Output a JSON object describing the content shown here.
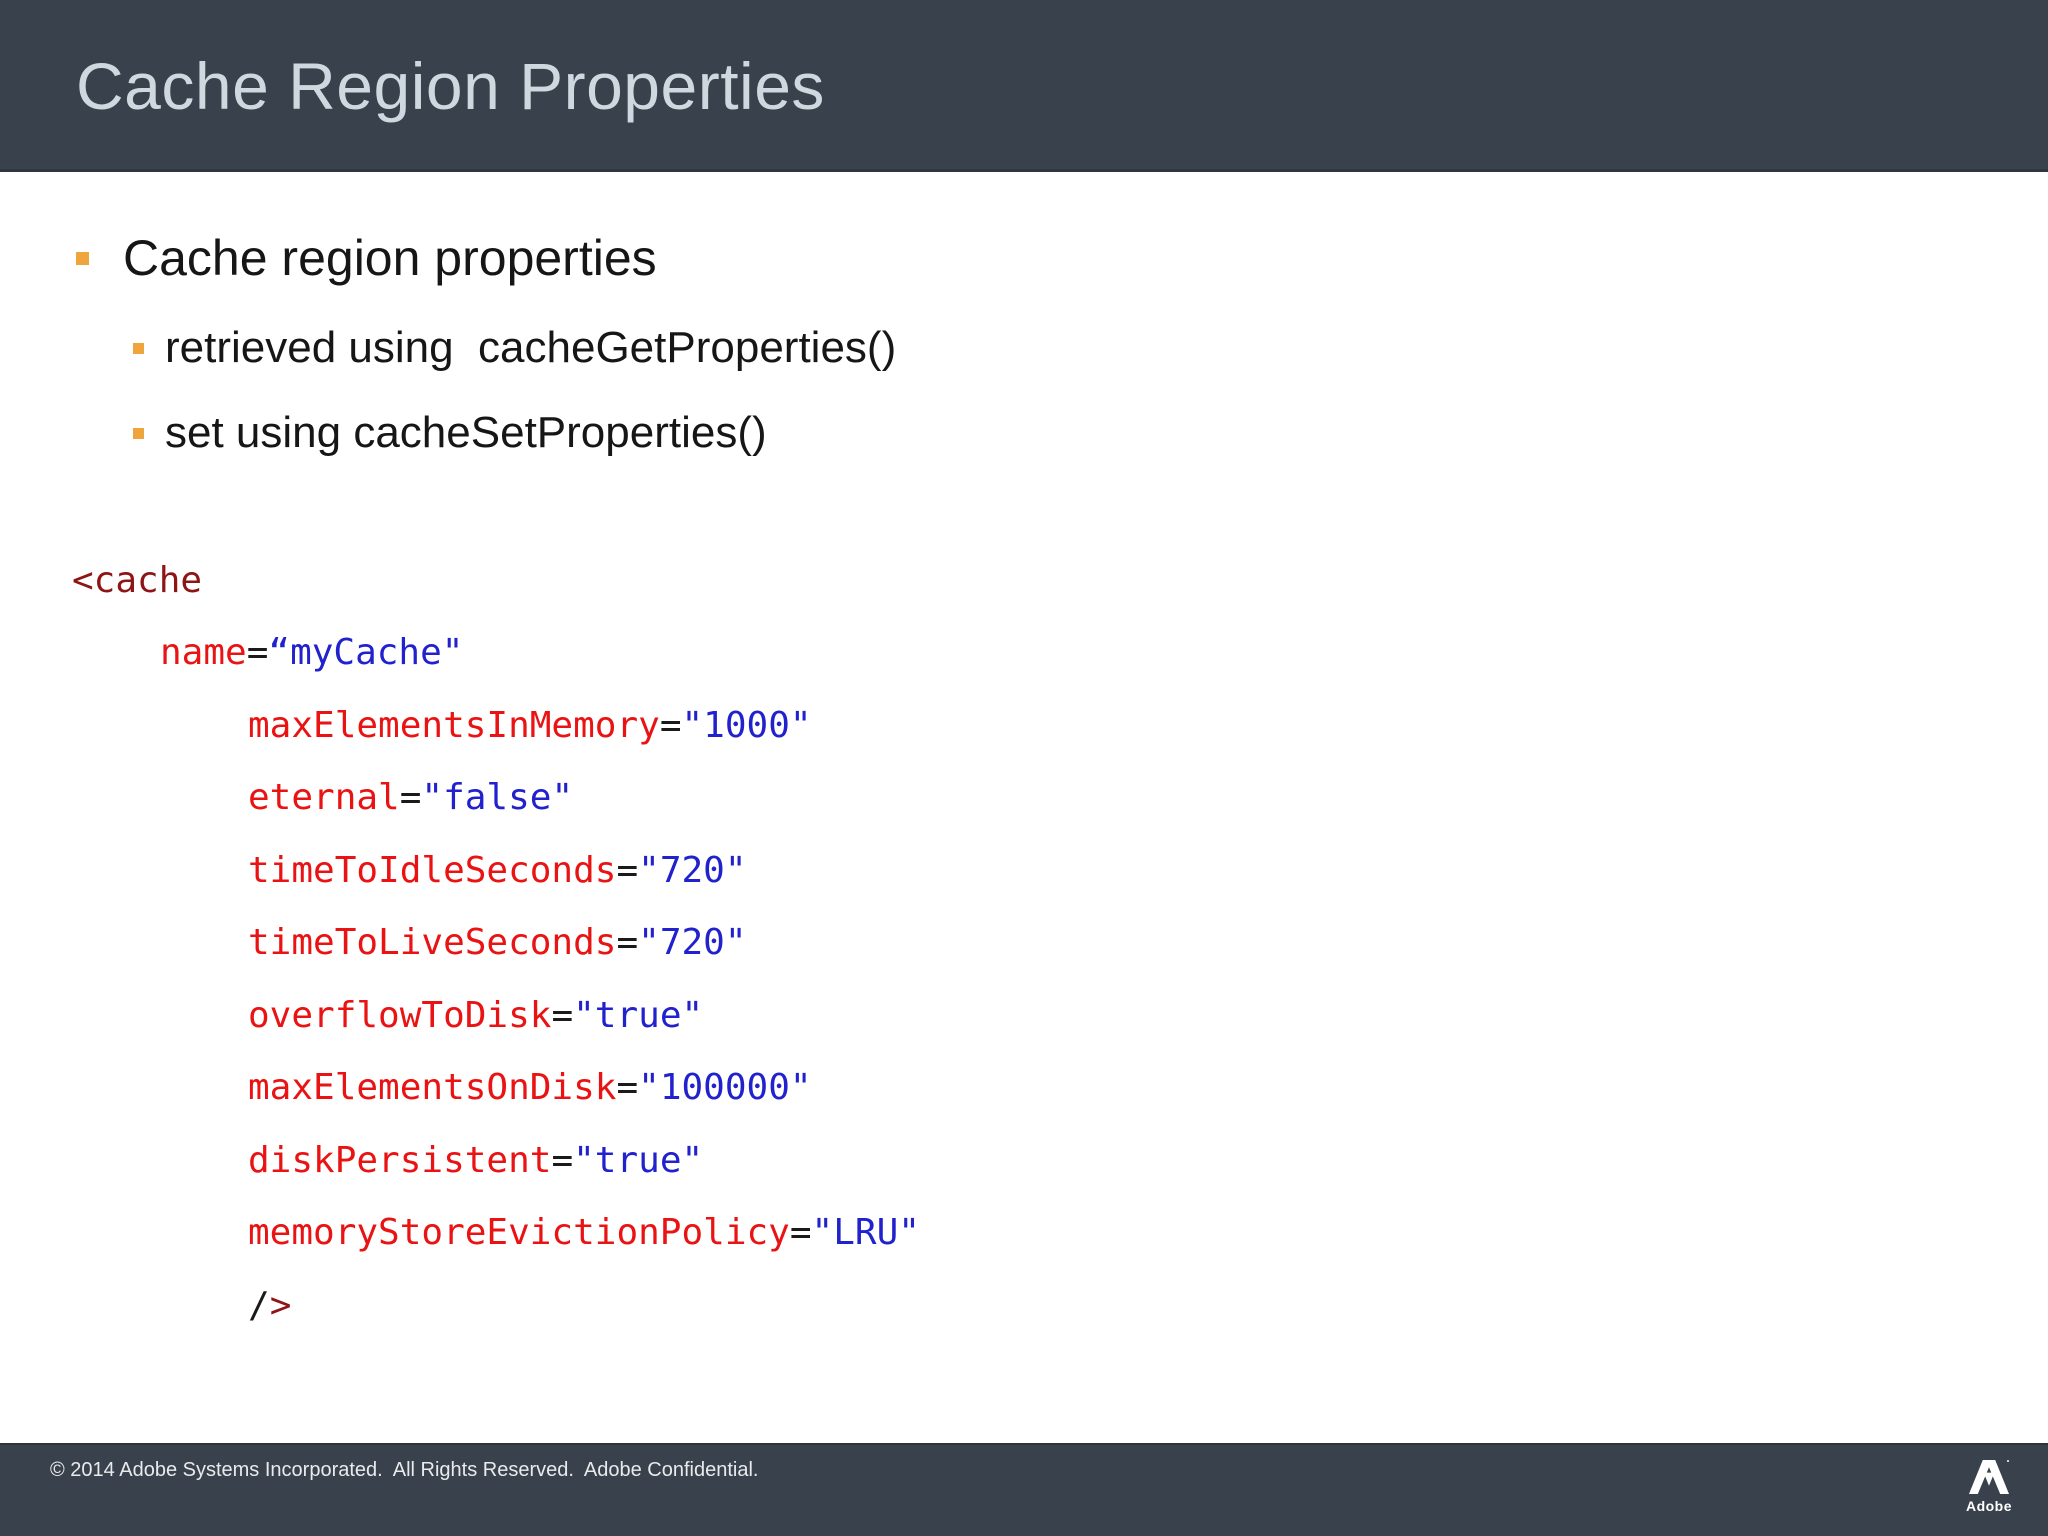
{
  "header": {
    "title": "Cache Region Properties"
  },
  "bullets": {
    "level1": "Cache region properties",
    "level2": [
      "retrieved using  cacheGetProperties()",
      "set using cacheSetProperties()"
    ]
  },
  "code": {
    "lines": [
      {
        "indent": 0,
        "segments": [
          {
            "text": "<cache",
            "color": "tag"
          }
        ]
      },
      {
        "indent": 1,
        "segments": [
          {
            "text": "name",
            "color": "attr"
          },
          {
            "text": "=",
            "color": "plain"
          },
          {
            "text": "“myCache\"",
            "color": "value"
          }
        ]
      },
      {
        "indent": 2,
        "segments": [
          {
            "text": "maxElementsInMemory",
            "color": "attr"
          },
          {
            "text": "=",
            "color": "plain"
          },
          {
            "text": "\"1000\"",
            "color": "value"
          }
        ]
      },
      {
        "indent": 2,
        "segments": [
          {
            "text": "eternal",
            "color": "attr"
          },
          {
            "text": "=",
            "color": "plain"
          },
          {
            "text": "\"false\"",
            "color": "value"
          }
        ]
      },
      {
        "indent": 2,
        "segments": [
          {
            "text": "timeToIdleSeconds",
            "color": "attr"
          },
          {
            "text": "=",
            "color": "plain"
          },
          {
            "text": "\"720\"",
            "color": "value"
          }
        ]
      },
      {
        "indent": 2,
        "segments": [
          {
            "text": "timeToLiveSeconds",
            "color": "attr"
          },
          {
            "text": "=",
            "color": "plain"
          },
          {
            "text": "\"720\"",
            "color": "value"
          }
        ]
      },
      {
        "indent": 2,
        "segments": [
          {
            "text": "overflowToDisk",
            "color": "attr"
          },
          {
            "text": "=",
            "color": "plain"
          },
          {
            "text": "\"true\"",
            "color": "value"
          }
        ]
      },
      {
        "indent": 2,
        "segments": [
          {
            "text": "maxElementsOnDisk",
            "color": "attr"
          },
          {
            "text": "=",
            "color": "plain"
          },
          {
            "text": "\"100000\"",
            "color": "value"
          }
        ]
      },
      {
        "indent": 2,
        "segments": [
          {
            "text": "diskPersistent",
            "color": "attr"
          },
          {
            "text": "=",
            "color": "plain"
          },
          {
            "text": "\"true\"",
            "color": "value"
          }
        ]
      },
      {
        "indent": 2,
        "segments": [
          {
            "text": "memoryStoreEvictionPolicy",
            "color": "attr"
          },
          {
            "text": "=",
            "color": "plain"
          },
          {
            "text": "\"LRU\"",
            "color": "value"
          }
        ]
      },
      {
        "indent": 2,
        "segments": [
          {
            "text": "/",
            "color": "plain"
          },
          {
            "text": ">",
            "color": "tag"
          }
        ]
      }
    ]
  },
  "footer": {
    "copyright": "© 2014 Adobe Systems Incorporated.  All Rights Reserved.  Adobe Confidential.",
    "logo_text": "Adobe"
  },
  "colors": {
    "header_bg": "#39424c",
    "header_text": "#cfd8de",
    "bullet": "#f0a43c",
    "footer_text": "#e9eaeb",
    "tag": "#8e1515",
    "attr": "#ea1313",
    "value": "#2121cd",
    "plain": "#1a1a1a"
  }
}
